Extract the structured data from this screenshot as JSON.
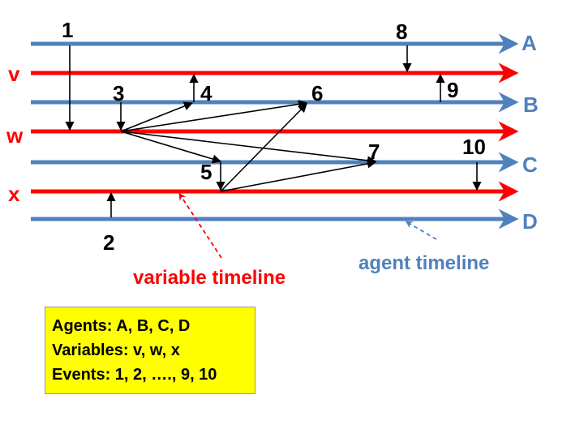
{
  "colors": {
    "agent": "#4f81bd",
    "variable": "#ff0000",
    "event_arrow": "#000000",
    "legend_bg": "#ffff00"
  },
  "agent_labels": [
    "A",
    "B",
    "C",
    "D"
  ],
  "variable_labels": [
    "v",
    "w",
    "x"
  ],
  "event_labels": [
    "1",
    "2",
    "3",
    "4",
    "5",
    "6",
    "7",
    "8",
    "9",
    "10"
  ],
  "callouts": {
    "variable_timeline": "variable timeline",
    "agent_timeline": "agent timeline"
  },
  "legend": {
    "agents": "Agents: A, B, C, D",
    "variables": "Variables: v, w, x",
    "events": "Events: 1, 2, …., 9, 10"
  }
}
